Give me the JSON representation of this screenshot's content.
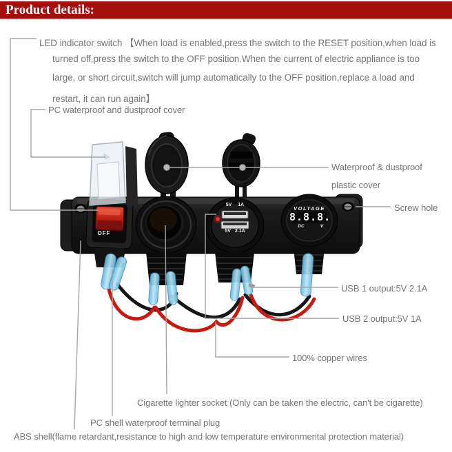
{
  "header": {
    "title": "Product details:"
  },
  "annotations": {
    "led_note": {
      "lines": [
        "LED indicator switch 【When load is enabled,press the switch to the RESET position,when load is",
        "turned off,press the switch to the OFF position.When the current of electric appliance is too",
        "large, or short circuit,switch will jump automatically to the OFF position,replace a load and",
        "restart, it can run again】"
      ]
    },
    "pc_cover": {
      "label": "PC waterproof and dustproof cover"
    },
    "waterproof_cover": {
      "lines": [
        "Waterproof & dustproof",
        "plastic cover"
      ]
    },
    "screw_hole": {
      "label": "Screw hole"
    },
    "usb1": {
      "label": "USB 1 output:5V 2.1A"
    },
    "usb2": {
      "label": "USB 2 output:5V 1A"
    },
    "copper_wires": {
      "label": "100% copper wires"
    },
    "cigarette": {
      "label": "Cigarette lighter socket (Only can be taken the electric, can't be cigarette)"
    },
    "pc_shell": {
      "label": "PC shell waterproof terminal plug"
    },
    "abs_shell": {
      "label": "ABS shell(flame retardant,resistance to high and low temperature environmental protection material)"
    }
  },
  "device": {
    "switch_label": "OFF",
    "usb_port_top_label": "5V 1A",
    "usb_port_bottom_label": "5V 2.1A",
    "voltmeter_title": "VOLTAGE",
    "voltmeter_reading": "8.8.8.",
    "voltmeter_unit_left": "DC",
    "voltmeter_unit_right": "V"
  },
  "colors": {
    "header_bg": "#a40f0c",
    "label_text": "#757575",
    "callout_line": "#a6a6a6",
    "wire_red": "#c81a12",
    "wire_black": "#161616",
    "connector_blue": "#7cc4e4",
    "led_red": "#ff2a1a",
    "switch_red": "#c32417"
  }
}
